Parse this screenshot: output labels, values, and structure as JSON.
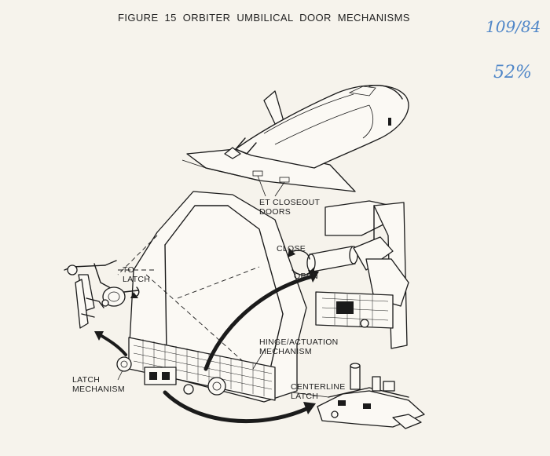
{
  "header": {
    "title": "FIGURE 15   ORBITER UMBILICAL DOOR MECHANISMS"
  },
  "annotations": {
    "handwritten_top": "109/84",
    "handwritten_bottom": "52%"
  },
  "labels": {
    "et_closeout_doors": [
      "ET CLOSEOUT",
      "DOORS"
    ],
    "close": "CLOSE",
    "open": "OPEN",
    "to_latch": [
      "TO",
      "LATCH"
    ],
    "hinge_actuation": [
      "HINGE/ACTUATION",
      "MECHANISM"
    ],
    "latch_mechanism": [
      "LATCH",
      "MECHANISM"
    ],
    "centerline_latch": [
      "CENTERLINE",
      "LATCH"
    ]
  },
  "colors": {
    "ink": "#1b1b1b",
    "paper": "#f6f3ec",
    "pen": "#4f86c8"
  }
}
